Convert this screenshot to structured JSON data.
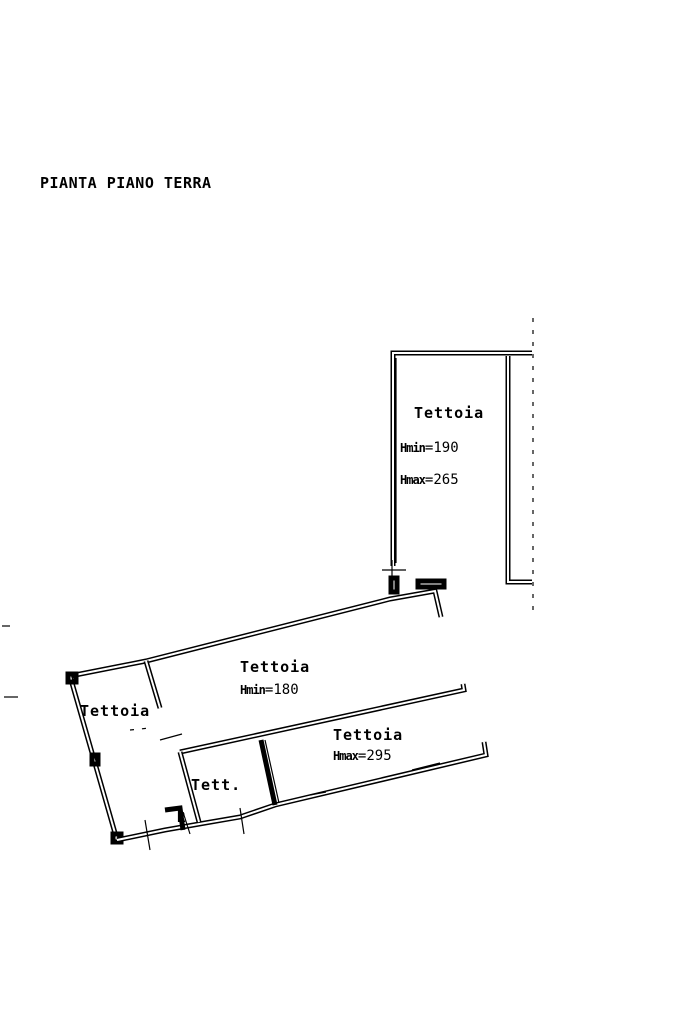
{
  "plan": {
    "title": "PIANTA PIANO TERRA",
    "rooms": [
      {
        "name": "Tettoia",
        "hmin_key": "Hmin",
        "hmin": "=190",
        "hmax_key": "Hmax",
        "hmax": "=265"
      },
      {
        "name": "Tettoia",
        "hmin_key": "Hmin",
        "hmin": "=180"
      },
      {
        "name": "Tettoia",
        "hmax_key": "Hmax",
        "hmax": "=295"
      },
      {
        "name": "Tettoia"
      },
      {
        "name": "Tett."
      }
    ],
    "marker": "R"
  }
}
